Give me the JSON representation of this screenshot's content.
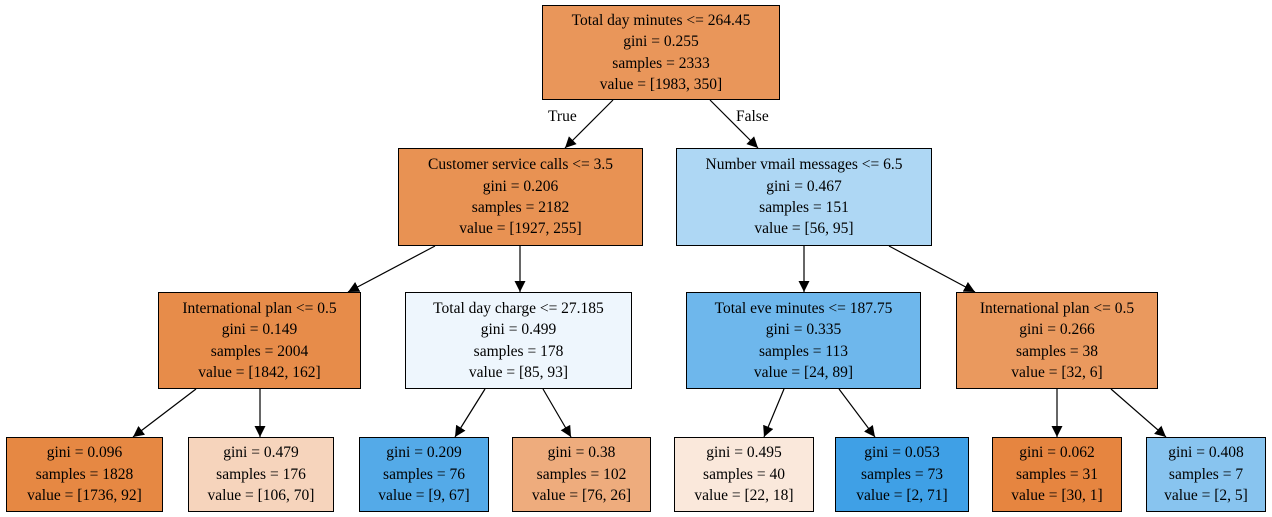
{
  "tree": {
    "nodes": [
      {
        "id": "n0",
        "lines": [
          "Total day minutes <= 264.45",
          "gini = 0.255",
          "samples = 2333",
          "value = [1983, 350]"
        ],
        "fill": "#e9965a"
      },
      {
        "id": "n1",
        "lines": [
          "Customer service calls <= 3.5",
          "gini = 0.206",
          "samples = 2182",
          "value = [1927, 255]"
        ],
        "fill": "#e89253"
      },
      {
        "id": "n2",
        "lines": [
          "Number vmail messages <= 6.5",
          "gini = 0.467",
          "samples = 151",
          "value = [56, 95]"
        ],
        "fill": "#aed7f4"
      },
      {
        "id": "n3",
        "lines": [
          "International plan <= 0.5",
          "gini = 0.149",
          "samples = 2004",
          "value = [1842, 162]"
        ],
        "fill": "#e78c4a"
      },
      {
        "id": "n4",
        "lines": [
          "Total day charge <= 27.185",
          "gini = 0.499",
          "samples = 178",
          "value = [85, 93]"
        ],
        "fill": "#eef6fd"
      },
      {
        "id": "n5",
        "lines": [
          "Total eve minutes <= 187.75",
          "gini = 0.335",
          "samples = 113",
          "value = [24, 89]"
        ],
        "fill": "#6eb7ec"
      },
      {
        "id": "n6",
        "lines": [
          "International plan <= 0.5",
          "gini = 0.266",
          "samples = 38",
          "value = [32, 6]"
        ],
        "fill": "#ea995e"
      },
      {
        "id": "n7",
        "lines": [
          "gini = 0.096",
          "samples = 1828",
          "value = [1736, 92]"
        ],
        "fill": "#e68843"
      },
      {
        "id": "n8",
        "lines": [
          "gini = 0.479",
          "samples = 176",
          "value = [106, 70]"
        ],
        "fill": "#f6d4bc"
      },
      {
        "id": "n9",
        "lines": [
          "gini = 0.209",
          "samples = 76",
          "value = [9, 67]"
        ],
        "fill": "#54aae8"
      },
      {
        "id": "n10",
        "lines": [
          "gini = 0.38",
          "samples = 102",
          "value = [76, 26]"
        ],
        "fill": "#eeac7d"
      },
      {
        "id": "n11",
        "lines": [
          "gini = 0.495",
          "samples = 40",
          "value = [22, 18]"
        ],
        "fill": "#fae8db"
      },
      {
        "id": "n12",
        "lines": [
          "gini = 0.053",
          "samples = 73",
          "value = [2, 71]"
        ],
        "fill": "#3fa0e6"
      },
      {
        "id": "n13",
        "lines": [
          "gini = 0.062",
          "samples = 31",
          "value = [30, 1]"
        ],
        "fill": "#e68540"
      },
      {
        "id": "n14",
        "lines": [
          "gini = 0.408",
          "samples = 7",
          "value = [2, 5]"
        ],
        "fill": "#88c4ef"
      }
    ],
    "edges": [
      {
        "from": "n0",
        "to": "n1",
        "label": "True"
      },
      {
        "from": "n0",
        "to": "n2",
        "label": "False"
      },
      {
        "from": "n1",
        "to": "n3"
      },
      {
        "from": "n1",
        "to": "n4"
      },
      {
        "from": "n2",
        "to": "n5"
      },
      {
        "from": "n2",
        "to": "n6"
      },
      {
        "from": "n3",
        "to": "n7"
      },
      {
        "from": "n3",
        "to": "n8"
      },
      {
        "from": "n4",
        "to": "n9"
      },
      {
        "from": "n4",
        "to": "n10"
      },
      {
        "from": "n5",
        "to": "n11"
      },
      {
        "from": "n5",
        "to": "n12"
      },
      {
        "from": "n6",
        "to": "n13"
      },
      {
        "from": "n6",
        "to": "n14"
      }
    ]
  }
}
